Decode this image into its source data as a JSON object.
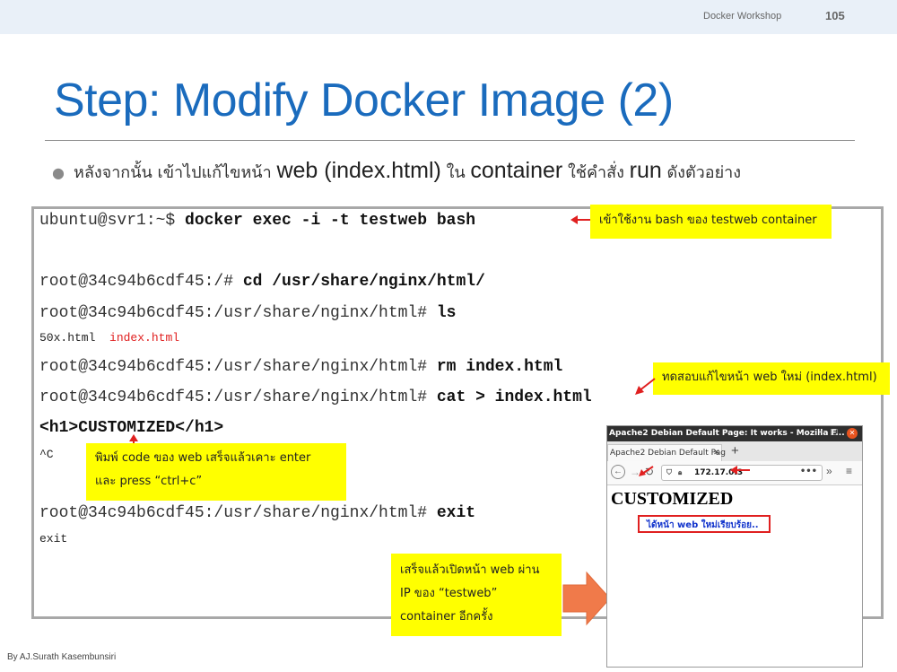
{
  "header": {
    "workshop": "Docker Workshop",
    "page_number": "105"
  },
  "title": "Step: Modify Docker Image (2)",
  "bullet": {
    "part1": "หลังจากนั้น เข้าไปแก้ไขหน้า ",
    "web": "web (index.html)",
    "part2": " ใน ",
    "container": "container",
    "part3": " ใช้คำสั่ง ",
    "run": "run",
    "part4": "  ดังตัวอย่าง"
  },
  "terminal": {
    "line1": {
      "prompt": "ubuntu@svr1:~$ ",
      "cmd": "docker exec  -i  -t   testweb  bash"
    },
    "line2": {
      "prompt": "root@34c94b6cdf45:/# ",
      "cmd": "cd /usr/share/nginx/html/"
    },
    "line3": {
      "prompt": "root@34c94b6cdf45:/usr/share/nginx/html# ",
      "cmd": "ls"
    },
    "ls_out": {
      "f1": "50x.html",
      "f2": "index.html"
    },
    "line4": {
      "prompt": "root@34c94b6cdf45:/usr/share/nginx/html# ",
      "cmd": "rm index.html"
    },
    "line5": {
      "prompt": "root@34c94b6cdf45:/usr/share/nginx/html# ",
      "cmd": "cat > index.html"
    },
    "line6": "<h1>CUSTOMIZED</h1>",
    "ctrl_c": "^C",
    "line7": {
      "prompt": "root@34c94b6cdf45:/usr/share/nginx/html# ",
      "cmd": "exit"
    },
    "exit_out": "exit"
  },
  "notes": {
    "bash": "เข้าใช้งาน bash ของ testweb container",
    "test": "ทดสอบแก้ไขหน้า web ใหม่ (index.html)",
    "type_line1": "พิมพ์ code ของ web เสร็จแล้วเคาะ enter",
    "type_line2": "และ press “ctrl+c”",
    "open_line1": "เสร็จแล้วเปิดหน้า web ผ่าน",
    "open_line2": "IP ของ “testweb”",
    "open_line3": "container อีกครั้ง"
  },
  "browser": {
    "window_title": "Apache2 Debian Default Page: It works - Mozilla F...",
    "tab_label": "Apache2 Debian Default Pag",
    "url": "172.17.0.3",
    "heading": "CUSTOMIZED",
    "annotation": "ได้หน้า web ใหม่เรียบร้อย.."
  },
  "footer": "By AJ.Surath Kasembunsiri",
  "colors": {
    "title": "#1a6bbd",
    "note_bg": "#ffff00",
    "arrow": "#e02020",
    "big_arrow": "#f07a4a"
  }
}
